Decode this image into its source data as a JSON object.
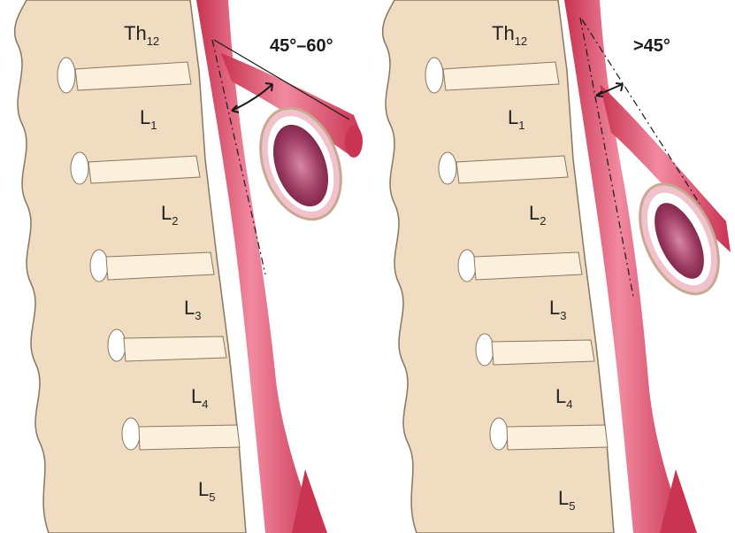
{
  "panels": [
    {
      "angle_label": "45°–60°",
      "vertebrae": [
        {
          "base": "Th",
          "sub": "12"
        },
        {
          "base": "L",
          "sub": "1"
        },
        {
          "base": "L",
          "sub": "2"
        },
        {
          "base": "L",
          "sub": "3"
        },
        {
          "base": "L",
          "sub": "4"
        },
        {
          "base": "L",
          "sub": "5"
        }
      ]
    },
    {
      "angle_label": ">45°",
      "vertebrae": [
        {
          "base": "Th",
          "sub": "12"
        },
        {
          "base": "L",
          "sub": "1"
        },
        {
          "base": "L",
          "sub": "2"
        },
        {
          "base": "L",
          "sub": "3"
        },
        {
          "base": "L",
          "sub": "4"
        },
        {
          "base": "L",
          "sub": "5"
        }
      ]
    }
  ],
  "colors": {
    "bone": "#f0dcc0",
    "bone_outline": "#8a7660",
    "disc": "#faf0dc",
    "artery": "#d94a63",
    "artery_highlight": "#f08ca0",
    "lumen": "#8c2a4c"
  }
}
